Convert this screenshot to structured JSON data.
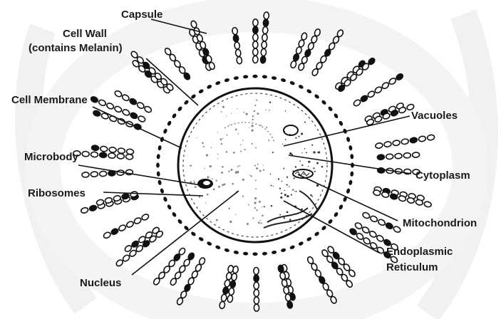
{
  "labels": {
    "capsule": "Capsule",
    "cell_wall_1": "Cell Wall",
    "cell_wall_2": "(contains Melanin)",
    "cell_membrane": "Cell Membrane",
    "microbody": "Microbody",
    "ribosomes": "Ribosomes",
    "nucleus": "Nucleus",
    "vacuoles": "Vacuoles",
    "cytoplasm": "Cytoplasm",
    "mitochondrion": "Mitochondrion",
    "endoplasmic_1": "Endoplasmic",
    "endoplasmic_2": "Reticulum"
  },
  "colors": {
    "ink": "#111111",
    "background": "#ffffff",
    "watermark": "#ececec"
  }
}
